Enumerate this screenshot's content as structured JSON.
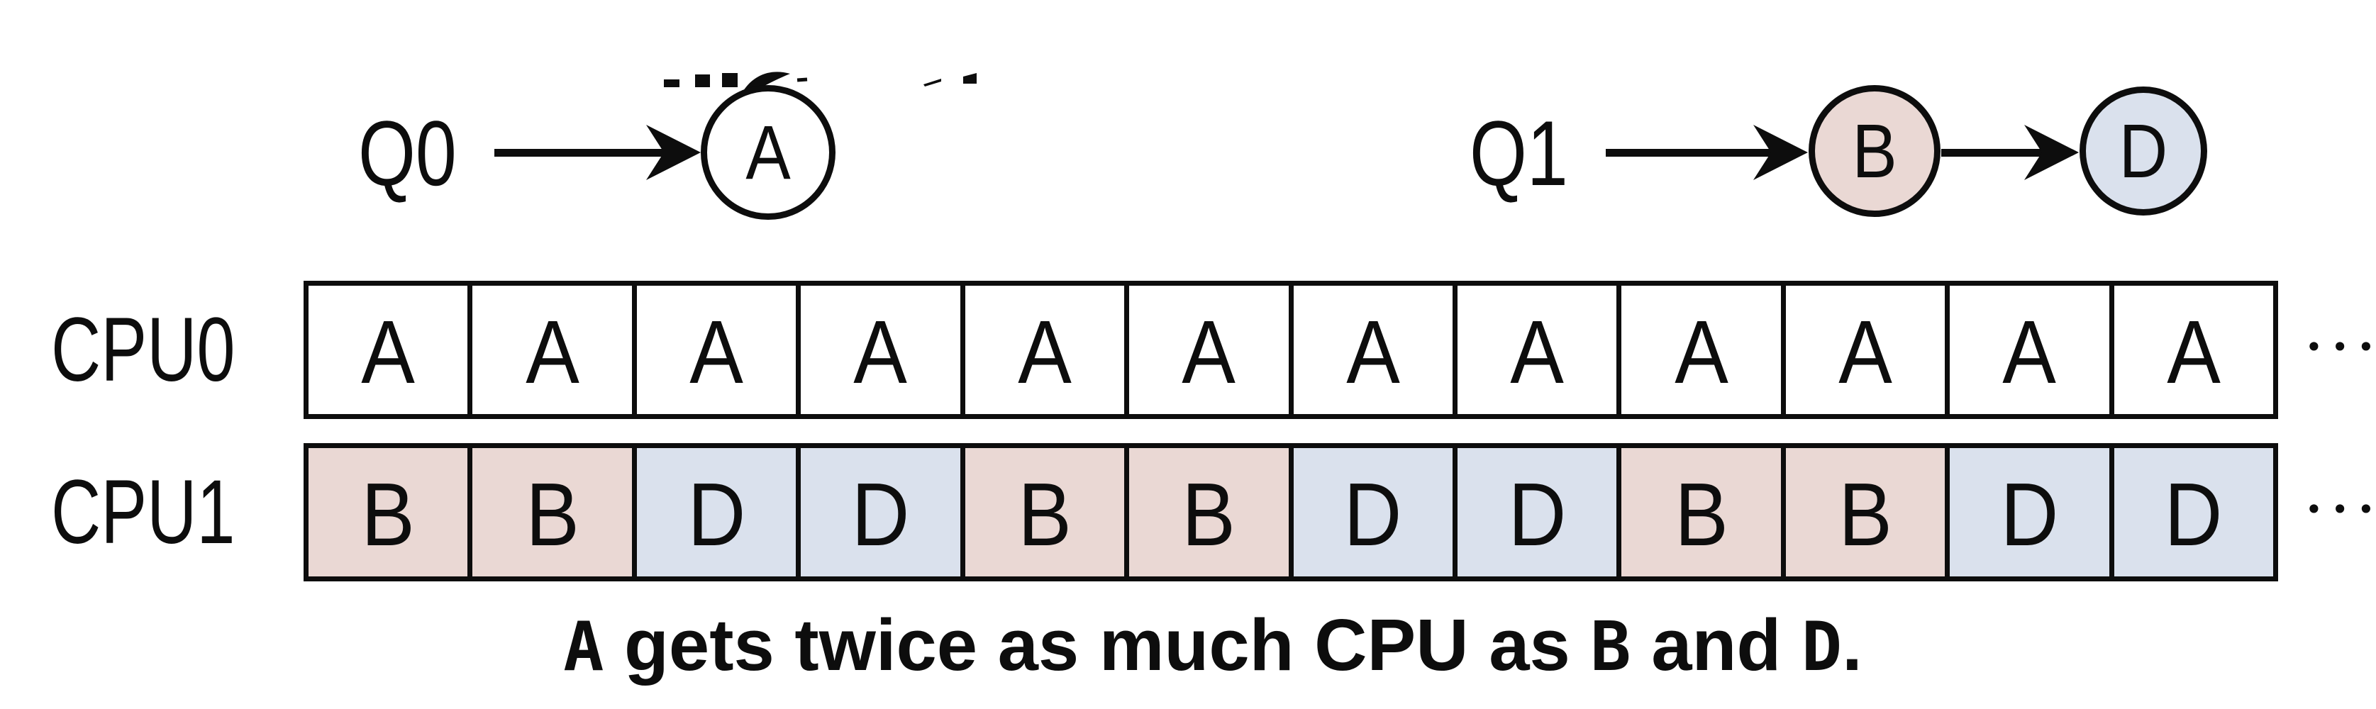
{
  "figure": {
    "top": {
      "queues": [
        {
          "label": "Q0",
          "processes": [
            "A"
          ]
        },
        {
          "label": "Q1",
          "processes": [
            "B",
            "D"
          ]
        }
      ]
    },
    "cpu_rows": [
      {
        "label": "CPU0",
        "cells": [
          "A",
          "A",
          "A",
          "A",
          "A",
          "A",
          "A",
          "A",
          "A",
          "A",
          "A",
          "A"
        ],
        "ellipsis": "•••"
      },
      {
        "label": "CPU1",
        "cells": [
          "B",
          "B",
          "D",
          "D",
          "B",
          "B",
          "D",
          "D",
          "B",
          "B",
          "D",
          "D"
        ],
        "ellipsis": "•••"
      }
    ],
    "caption": {
      "segments": [
        {
          "text": "A"
        },
        {
          "text": " gets twice as much CPU as "
        },
        {
          "text": "B"
        },
        {
          "text": " and "
        },
        {
          "text": "D"
        },
        {
          "text": "."
        }
      ]
    },
    "colors": {
      "process_pink": "#EAD8D4",
      "process_blue": "#DAE1ED",
      "ink": "#0D0D0D",
      "background": "#FFFFFF"
    }
  }
}
